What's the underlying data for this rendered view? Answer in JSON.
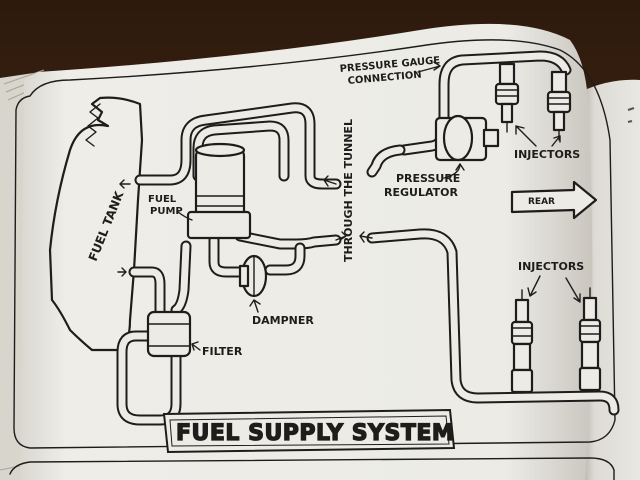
{
  "diagram": {
    "title": "FUEL SUPPLY SYSTEM",
    "labels": {
      "fuel_tank": "FUEL TANK",
      "fuel_pump_line1": "FUEL",
      "fuel_pump_line2": "PUMP",
      "filter": "FILTER",
      "dampner": "DAMPNER",
      "tunnel": "THROUGH THE TUNNEL",
      "pressure_gauge_line1": "PRESSURE GAUGE",
      "pressure_gauge_line2": "CONNECTION",
      "pressure_regulator_line1": "PRESSURE",
      "pressure_regulator_line2": "REGULATOR",
      "injectors_top": "INJECTORS",
      "injectors_bottom": "INJECTORS",
      "rear": "REAR"
    }
  },
  "colors": {
    "background": "#3b2414",
    "paper": "#ecebe6",
    "ink": "#1f1d1b"
  }
}
